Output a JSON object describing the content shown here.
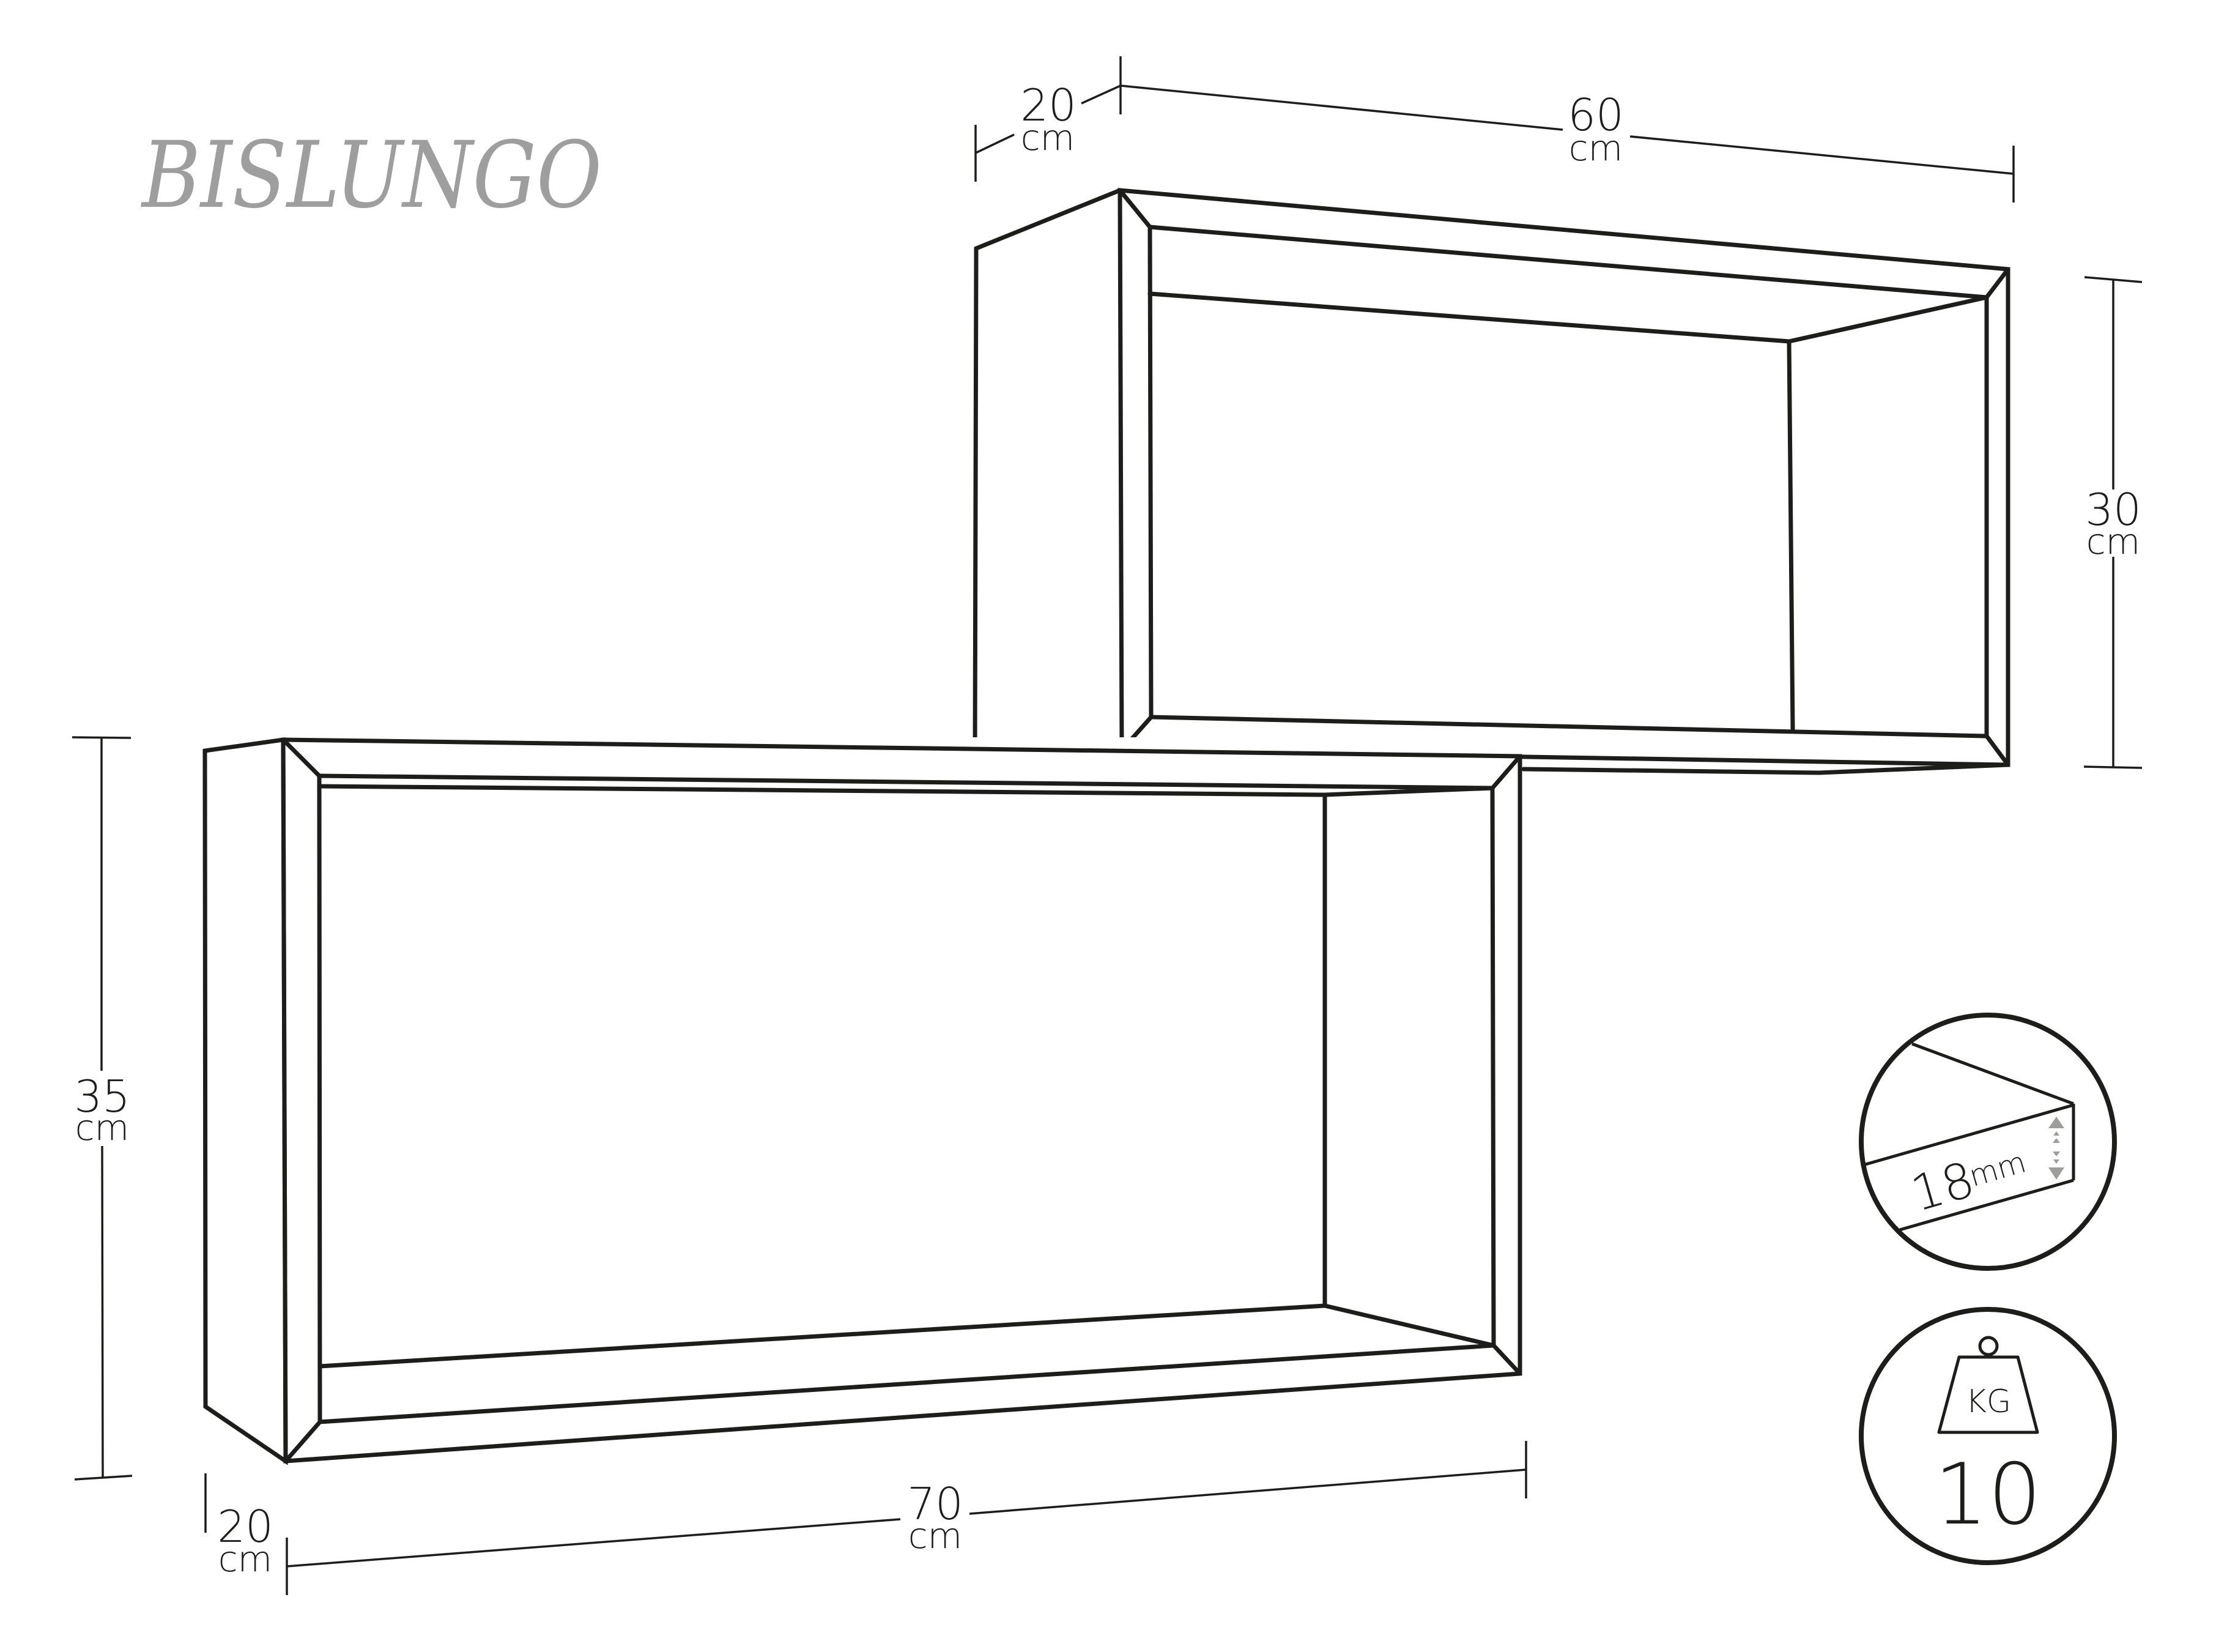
{
  "product": {
    "name": "BISLUNGO",
    "title_color": "#9e9e9e",
    "line_color": "#1d1d1b"
  },
  "upper_box": {
    "depth_label": {
      "value": "20",
      "unit": "cm"
    },
    "width_label": {
      "value": "60",
      "unit": "cm"
    },
    "height_label": {
      "value": "30",
      "unit": "cm"
    }
  },
  "lower_box": {
    "depth_label": {
      "value": "20",
      "unit": "cm"
    },
    "width_label": {
      "value": "70",
      "unit": "cm"
    },
    "height_label": {
      "value": "35",
      "unit": "cm"
    }
  },
  "badges": {
    "thickness": {
      "value": "18",
      "unit": "mm",
      "icon": "panel-thickness-icon"
    },
    "max_load": {
      "label": "KG",
      "value": "10",
      "icon": "weight-icon"
    }
  }
}
